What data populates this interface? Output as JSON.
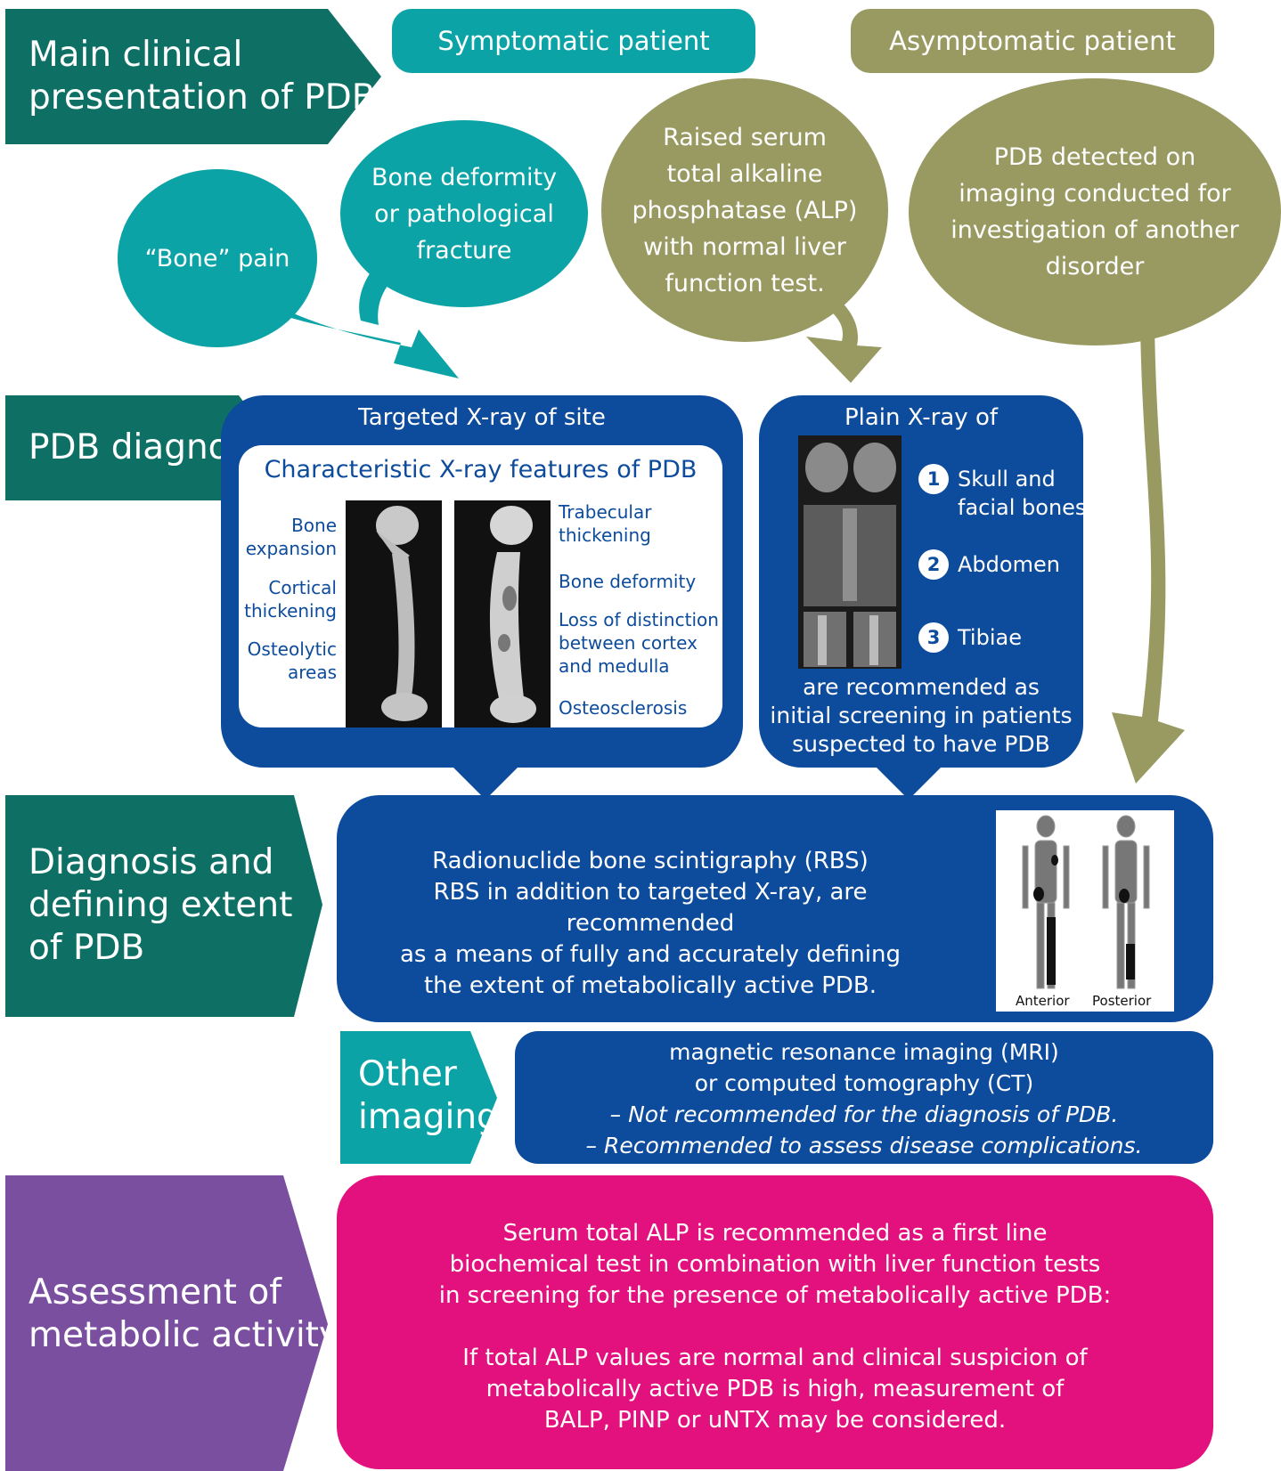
{
  "colors": {
    "teal_dark": "#0e6f65",
    "teal": "#0ba3a6",
    "olive": "#999a62",
    "blue": "#0d4b9c",
    "purple": "#7a4fa0",
    "magenta": "#e2117d"
  },
  "rows": {
    "main": [
      "Main clinical",
      "presentation of PDB"
    ],
    "diagnosis": [
      "PDB diagnosis"
    ],
    "extent": [
      "Diagnosis and",
      "defining extent",
      "of PDB"
    ],
    "other": [
      "Other",
      "imaging"
    ],
    "metabolic": [
      "Assessment of",
      "metabolic activity"
    ]
  },
  "patients": {
    "symptomatic": "Symptomatic patient",
    "asymptomatic": "Asymptomatic patient"
  },
  "bubbles": {
    "pain": [
      "“Bone” pain"
    ],
    "deformity": [
      "Bone deformity",
      "or pathological",
      "fracture"
    ],
    "alp": [
      "Raised serum",
      "total alkaline",
      "phosphatase (ALP)",
      "with normal liver",
      "function test."
    ],
    "imaging": [
      "PDB detected on",
      "imaging conducted for",
      "investigation of another",
      "disorder"
    ]
  },
  "targeted": {
    "title": "Targeted X-ray of site",
    "subtitle": "Characteristic X-ray features of PDB",
    "left_features": [
      [
        "Bone",
        "expansion"
      ],
      [
        "Cortical",
        "thickening"
      ],
      [
        "Osteolytic",
        "areas"
      ]
    ],
    "right_features": [
      [
        "Trabecular",
        "thickening"
      ],
      [
        "Bone deformity"
      ],
      [
        "Loss of distinction",
        "between cortex",
        "and medulla"
      ],
      [
        "Osteosclerosis"
      ]
    ]
  },
  "plain": {
    "title": "Plain X-ray of",
    "items": [
      {
        "num": "1",
        "label": [
          "Skull and",
          "facial bones"
        ]
      },
      {
        "num": "2",
        "label": [
          "Abdomen"
        ]
      },
      {
        "num": "3",
        "label": [
          "Tibiae"
        ]
      }
    ],
    "footer": [
      "are recommended as",
      "initial screening in patients",
      "suspected to have PDB"
    ]
  },
  "rbs": {
    "text": [
      "Radionuclide bone scintigraphy (RBS)",
      "RBS in addition to targeted X-ray, are recommended",
      "as a means of fully and accurately defining",
      "the extent of metabolically active PDB."
    ],
    "anterior": "Anterior",
    "posterior": "Posterior"
  },
  "mri": {
    "line1": "magnetic resonance imaging (MRI)",
    "line2": "or computed tomography (CT)",
    "line3": "– Not recommended for the diagnosis of PDB.",
    "line4": "– Recommended to assess disease complications."
  },
  "alp_box": {
    "para1": [
      "Serum total ALP is recommended as a first line",
      "biochemical test in combination with liver function tests",
      "in screening for the presence of metabolically active PDB:"
    ],
    "para2": [
      "If total ALP values are normal and clinical suspicion of",
      "metabolically active PDB is high, measurement of",
      "BALP, PINP or uNTX may be considered."
    ]
  }
}
